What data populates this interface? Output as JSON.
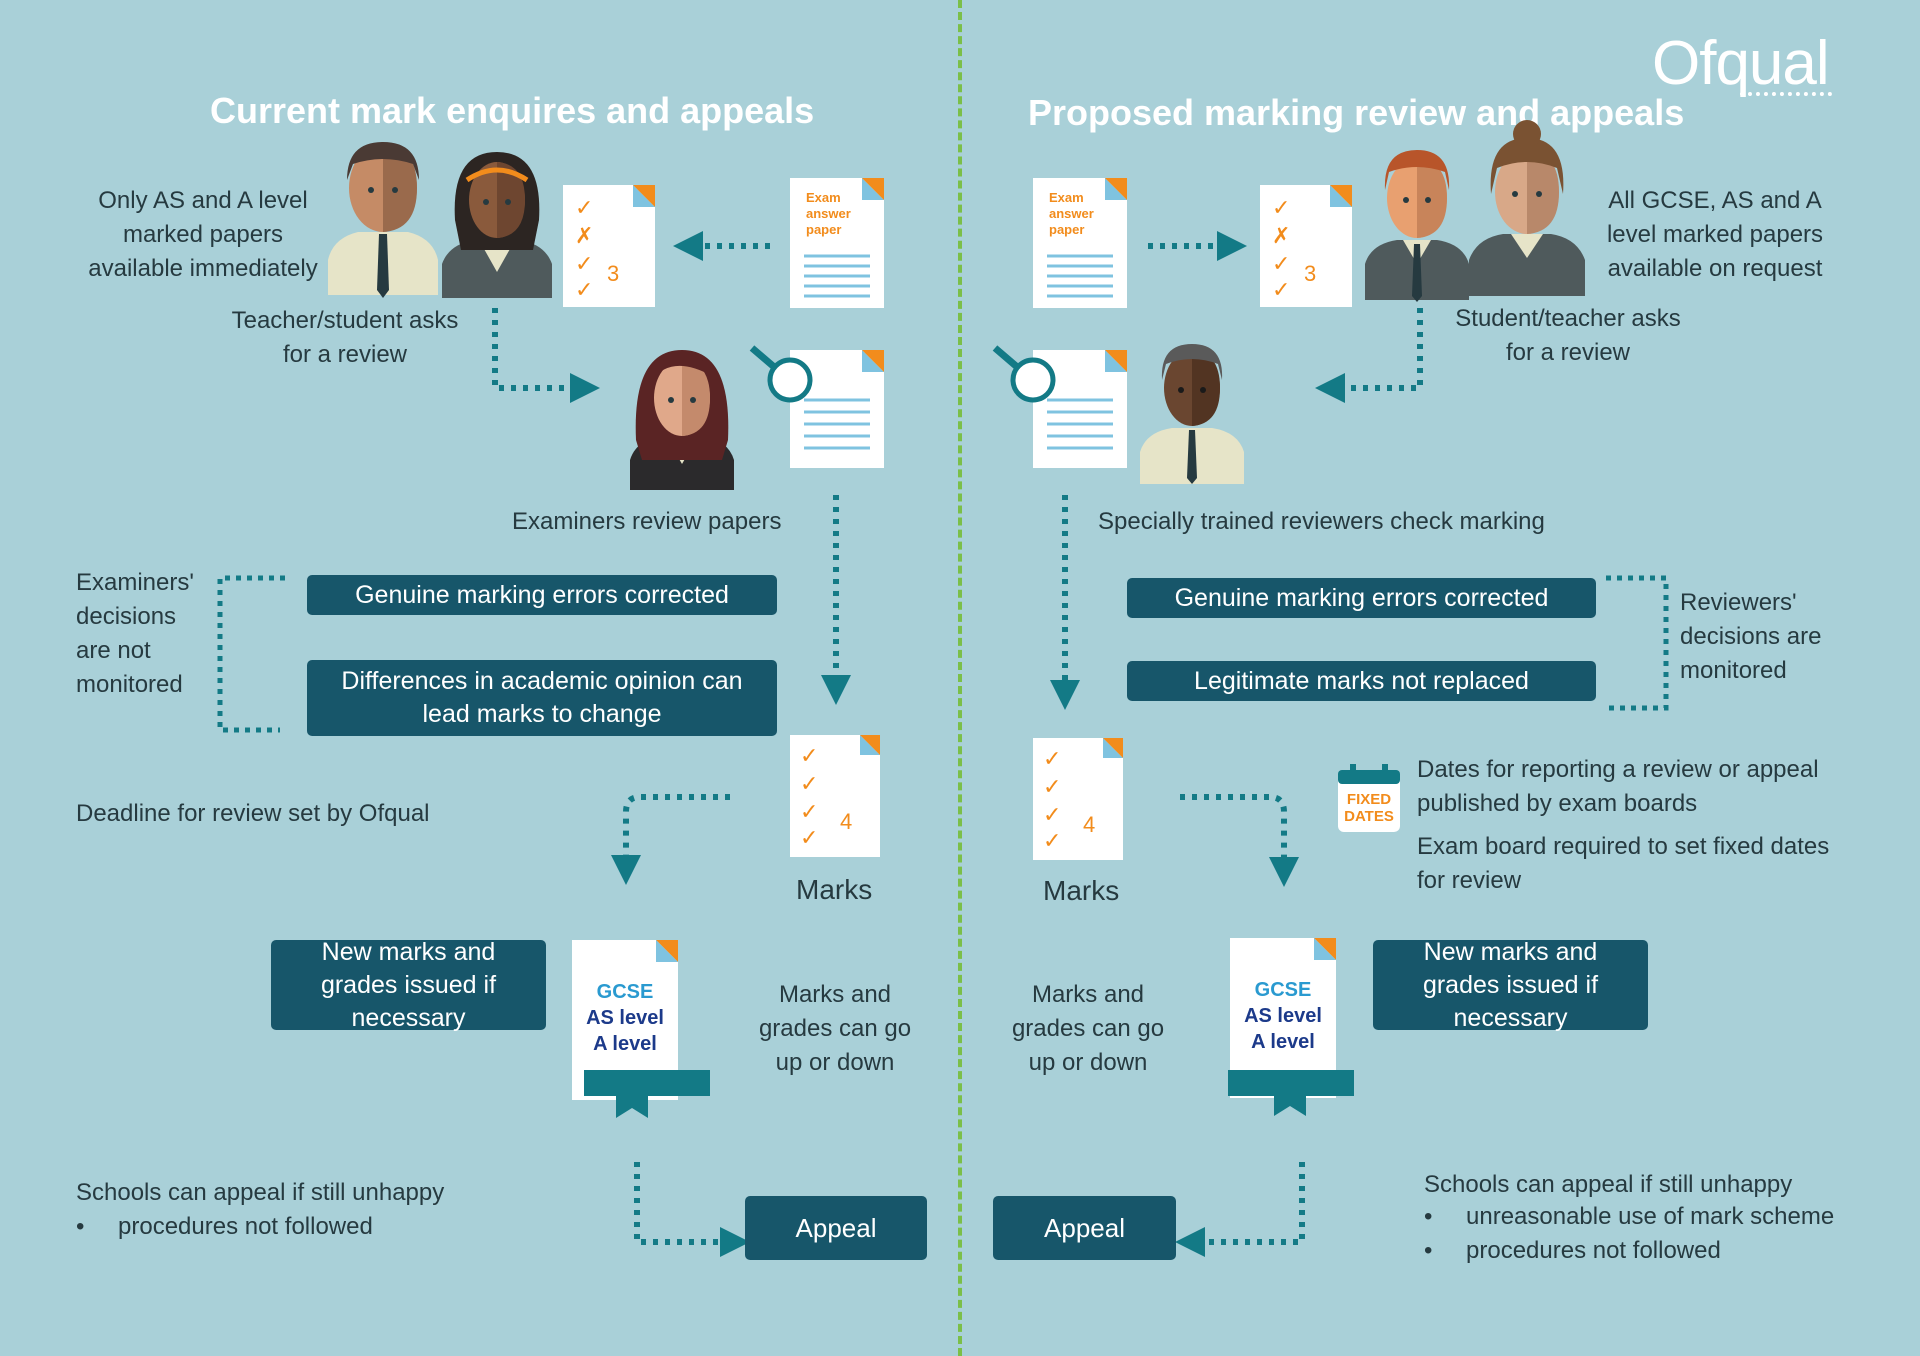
{
  "brand": {
    "logo_text": "Ofqual"
  },
  "colors": {
    "background": "#a9d0d8",
    "box": "#17566a",
    "arrow": "#137a86",
    "divider": "#7bbf48",
    "accent_orange": "#f28c1c"
  },
  "left": {
    "title": "Current mark enquires and appeals",
    "papers_available": "Only AS and A level marked papers available immediately",
    "asks_review": "Teacher/student asks for a review",
    "reviewer_caption": "Examiners review papers",
    "monitor_note": "Examiners' decisions are not monitored",
    "outcome_1": "Genuine marking errors corrected",
    "outcome_2": "Differences in academic opinion can lead marks to change",
    "deadline": "Deadline for review set by Ofqual",
    "marks_label": "Marks",
    "marks_value": "4",
    "new_marks": "New marks and grades issued if necessary",
    "up_or_down": "Marks and grades can go up or down",
    "appeal_intro": "Schools can appeal if still unhappy",
    "appeal_grounds": [
      "procedures not followed"
    ],
    "appeal_button": "Appeal",
    "script_score": "3"
  },
  "right": {
    "title": "Proposed marking review and appeals",
    "papers_available": "All GCSE, AS and A level marked papers available on request",
    "asks_review": "Student/teacher asks for a review",
    "reviewer_caption": "Specially trained reviewers check marking",
    "monitor_note": "Reviewers' decisions are monitored",
    "outcome_1": "Genuine marking errors corrected",
    "outcome_2": "Legitimate marks not replaced",
    "dates_published": "Dates for reporting a review or appeal published by exam boards",
    "fixed_dates_required": "Exam board required to set fixed dates for review",
    "calendar_text_1": "FIXED",
    "calendar_text_2": "DATES",
    "marks_label": "Marks",
    "marks_value": "4",
    "new_marks": "New marks and grades issued if necessary",
    "up_or_down": "Marks and grades can go up or down",
    "appeal_intro": "Schools can appeal if still unhappy",
    "appeal_grounds": [
      "unreasonable use of mark scheme",
      "procedures not followed"
    ],
    "appeal_button": "Appeal",
    "script_score": "3"
  },
  "exam_paper": {
    "line1": "Exam",
    "line2": "answer",
    "line3": "paper"
  },
  "certificate": {
    "line1": "GCSE",
    "line2": "AS level",
    "line3": "A level"
  },
  "icons": [
    "exam-paper-icon",
    "marked-script-icon",
    "magnifier-icon",
    "certificate-icon",
    "calendar-icon",
    "person-icon"
  ]
}
